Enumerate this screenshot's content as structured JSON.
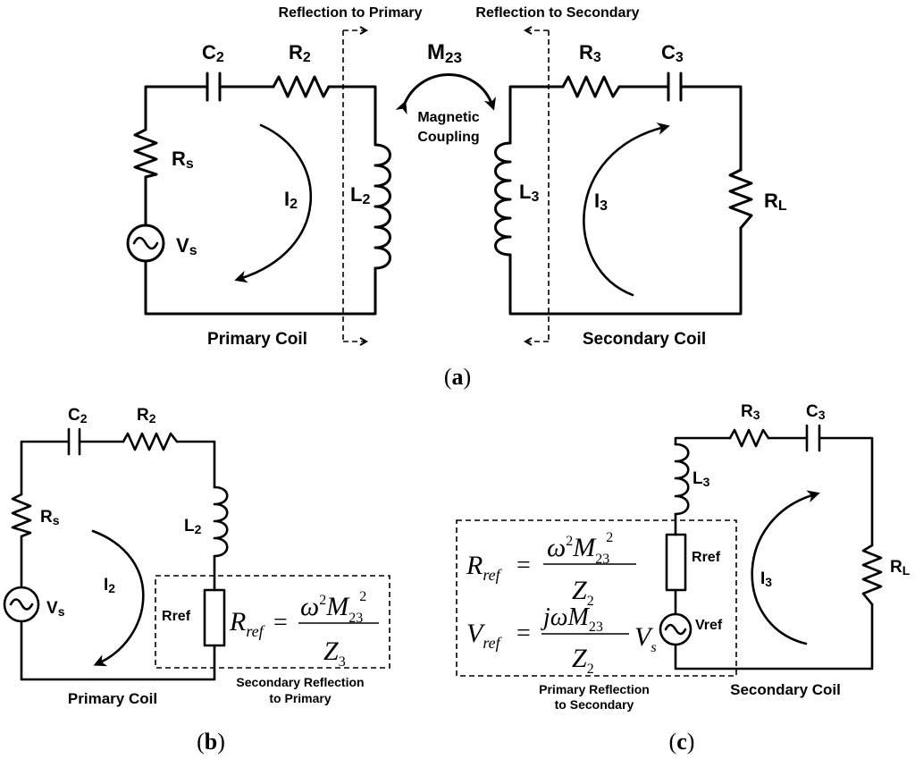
{
  "panel_a": {
    "caption_letter": "a",
    "reflection_to_primary": "Reflection to Primary",
    "reflection_to_secondary": "Reflection to Secondary",
    "mutual": {
      "main": "M",
      "sub": "23"
    },
    "magnetic_coupling_line1": "Magnetic",
    "magnetic_coupling_line2": "Coupling",
    "c2": {
      "main": "C",
      "sub": "2"
    },
    "r2": {
      "main": "R",
      "sub": "2"
    },
    "rs": {
      "main": "R",
      "sub": "s"
    },
    "vs": {
      "main": "V",
      "sub": "s"
    },
    "i2": {
      "main": "I",
      "sub": "2"
    },
    "l2": {
      "main": "L",
      "sub": "2"
    },
    "l3": {
      "main": "L",
      "sub": "3"
    },
    "i3": {
      "main": "I",
      "sub": "3"
    },
    "r3": {
      "main": "R",
      "sub": "3"
    },
    "c3": {
      "main": "C",
      "sub": "3"
    },
    "rl": {
      "main": "R",
      "sub": "L"
    },
    "primary_coil": "Primary Coil",
    "secondary_coil": "Secondary Coil"
  },
  "panel_b": {
    "caption_letter": "b",
    "c2": {
      "main": "C",
      "sub": "2"
    },
    "r2": {
      "main": "R",
      "sub": "2"
    },
    "rs": {
      "main": "R",
      "sub": "s"
    },
    "vs": {
      "main": "V",
      "sub": "s"
    },
    "i2": {
      "main": "I",
      "sub": "2"
    },
    "l2": {
      "main": "L",
      "sub": "2"
    },
    "rref": {
      "main": "R",
      "sub": "ref"
    },
    "eq": {
      "lhs": "R",
      "lhs_sub": "ref",
      "eq": "=",
      "num_omega": "ω",
      "num_sup": "2",
      "num_M": "M",
      "num_sub": "23",
      "num_sup2": "2",
      "den": "Z",
      "den_sub": "3"
    },
    "primary_coil": "Primary Coil",
    "note_line1": "Secondary Reflection",
    "note_line2": "to Primary"
  },
  "panel_c": {
    "caption_letter": "c",
    "r3": {
      "main": "R",
      "sub": "3"
    },
    "c3": {
      "main": "C",
      "sub": "3"
    },
    "l3": {
      "main": "L",
      "sub": "3"
    },
    "rref": {
      "main": "R",
      "sub": "ref"
    },
    "vref": {
      "main": "V",
      "sub": "ref"
    },
    "i3": {
      "main": "I",
      "sub": "3"
    },
    "rl": {
      "main": "R",
      "sub": "L"
    },
    "eq1": {
      "lhs": "R",
      "lhs_sub": "ref",
      "eq": "=",
      "num_omega": "ω",
      "num_sup": "2",
      "num_M": "M",
      "num_sub": "23",
      "num_sup2": "2",
      "den": "Z",
      "den_sub": "2"
    },
    "eq2": {
      "lhs": "V",
      "lhs_sub": "ref",
      "eq": "=",
      "num": "jωM",
      "num_sub": "23",
      "den": "Z",
      "den_sub": "2",
      "tail": "V",
      "tail_sub": "s"
    },
    "secondary_coil": "Secondary Coil",
    "note_line1": "Primary Reflection",
    "note_line2": "to Secondary"
  }
}
